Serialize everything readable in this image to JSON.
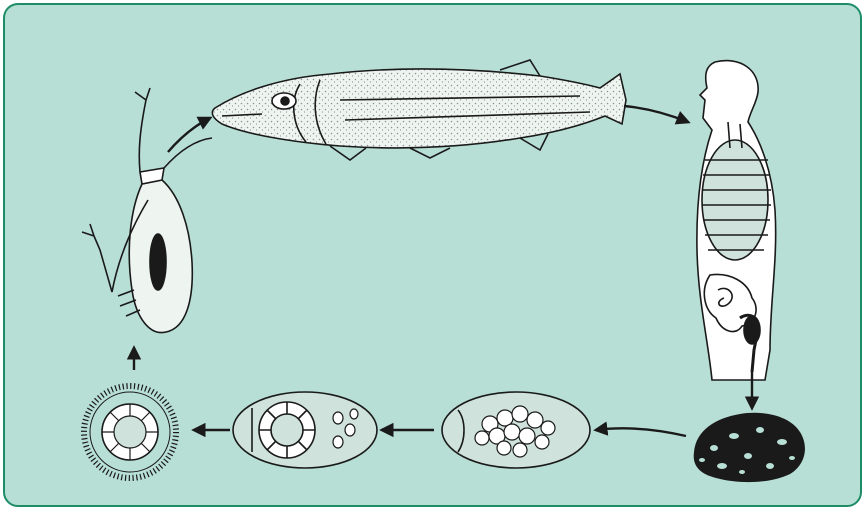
{
  "diagram": {
    "background_color": "#b8dfd6",
    "border_color": "#1e8c66",
    "ink_color": "#1a1a1a",
    "stages": [
      {
        "id": "copepod",
        "icon": "copepod-icon"
      },
      {
        "id": "fish",
        "icon": "fish-icon"
      },
      {
        "id": "human",
        "icon": "human-body-icon"
      },
      {
        "id": "stool-mass",
        "icon": "stool-mass-icon"
      },
      {
        "id": "unembryonated-egg",
        "icon": "unembryonated-egg-icon"
      },
      {
        "id": "embryonated-egg",
        "icon": "embryonated-egg-icon"
      },
      {
        "id": "coracidium",
        "icon": "ciliated-coracidium-icon"
      }
    ],
    "arrows": [
      {
        "from": "copepod",
        "to": "fish"
      },
      {
        "from": "fish",
        "to": "human"
      },
      {
        "from": "human",
        "to": "stool-mass"
      },
      {
        "from": "stool-mass",
        "to": "unembryonated-egg"
      },
      {
        "from": "unembryonated-egg",
        "to": "embryonated-egg"
      },
      {
        "from": "embryonated-egg",
        "to": "coracidium"
      },
      {
        "from": "coracidium",
        "to": "copepod"
      }
    ]
  }
}
